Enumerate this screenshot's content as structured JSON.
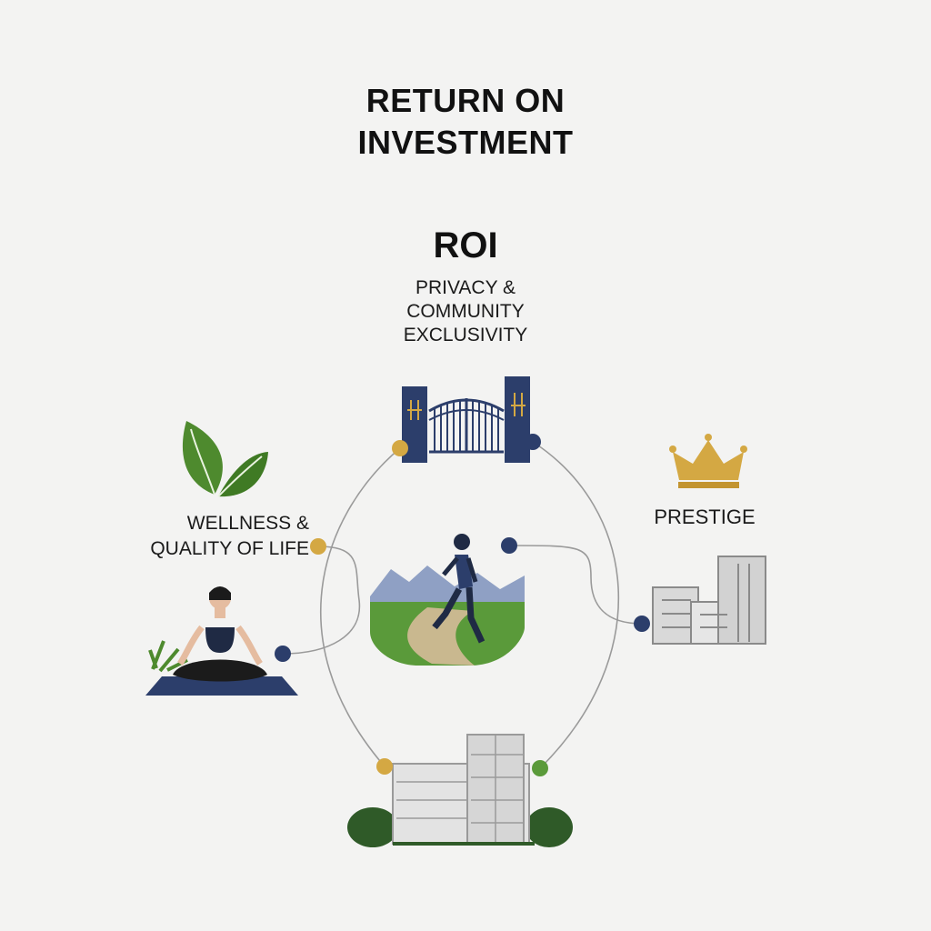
{
  "title": {
    "line1": "RETURN ON",
    "line2": "INVESTMENT"
  },
  "center": {
    "heading": "ROI",
    "lines": [
      "PRIVACY &",
      "COMMUNITY",
      "EXCLUSIVITY"
    ]
  },
  "wellness": {
    "lines": [
      "WELLNESS &",
      "QUALITY OF LIFE"
    ]
  },
  "prestige": {
    "label": "PRESTIGE"
  },
  "colors": {
    "navy": "#2c3e6b",
    "gold": "#d4a843",
    "green": "#5a9a3a",
    "connector": "#9a9a9a",
    "background": "#f3f3f2"
  },
  "icons": [
    "gate-icon",
    "leaf-icon",
    "crown-icon",
    "yoga-person-icon",
    "runner-icon",
    "office-building-icon",
    "residential-building-icon"
  ]
}
